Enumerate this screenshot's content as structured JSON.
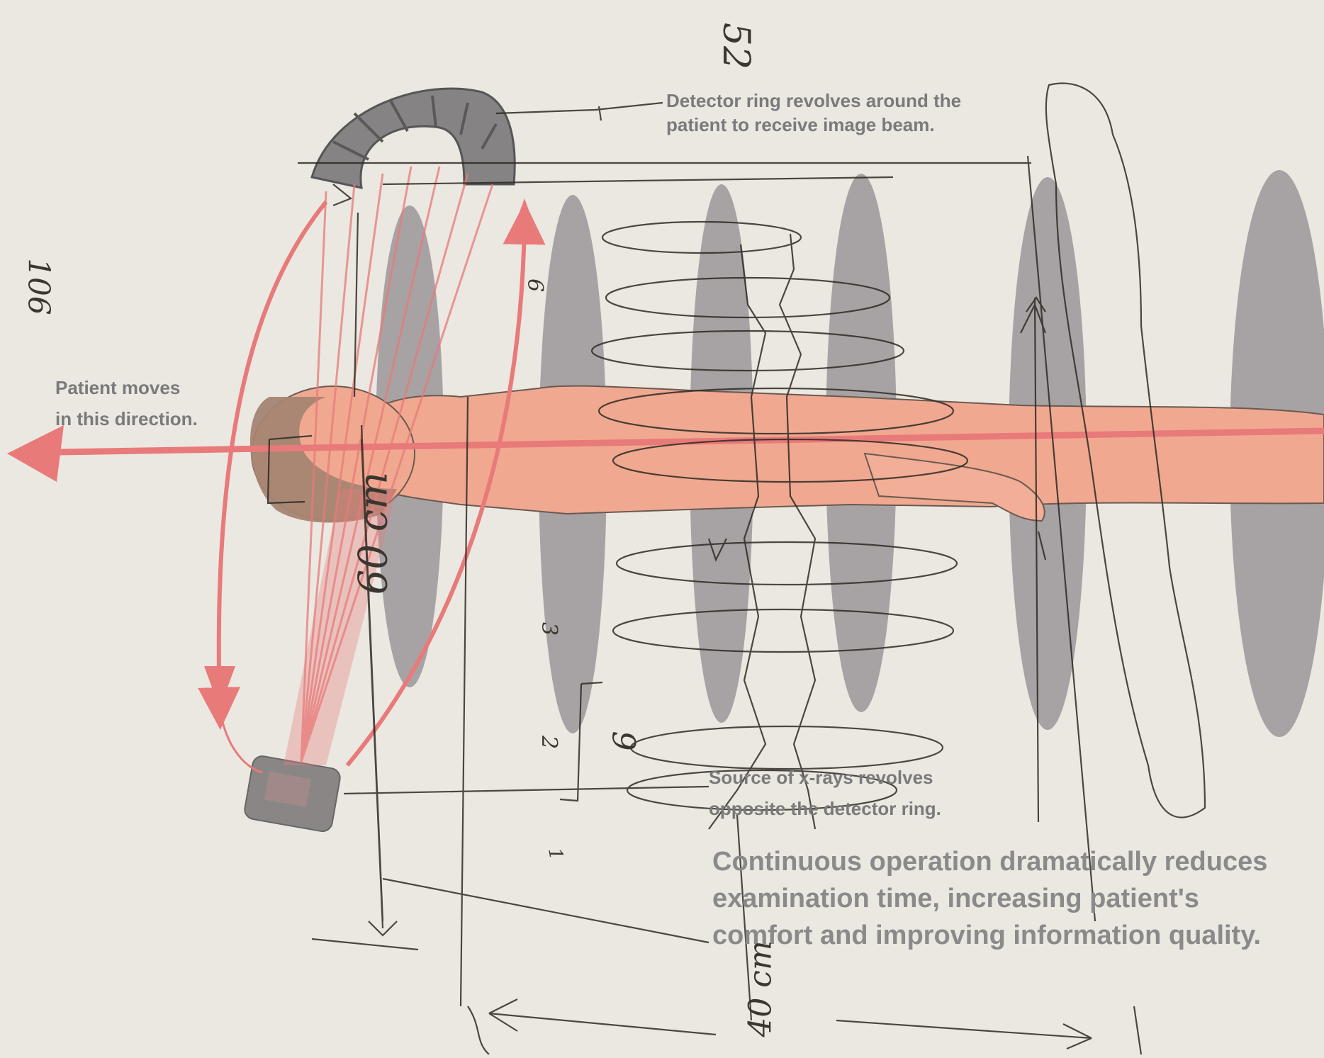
{
  "labels": {
    "detector": [
      "Detector ring revolves around the",
      "patient to receive image beam."
    ],
    "patient": [
      "Patient moves",
      "in this direction."
    ],
    "source": [
      "Source of x-rays revolves",
      "opposite the detector ring."
    ],
    "continuous": [
      "Continuous operation dramatically reduces",
      "examination time, increasing patient's",
      "comfort and improving information quality."
    ]
  },
  "handwriting": {
    "top": "52",
    "left_margin": "106",
    "height_dim": "60 cm",
    "bottom_dim": "40 cm",
    "n6": "6",
    "n3": "3",
    "n2": "2",
    "n9": "9",
    "n1": "1"
  },
  "colors": {
    "paper": "#ebe8e1",
    "accent_red": "#e87a7a",
    "ring_gray": "#8c8a8a",
    "skin": "#f0a990",
    "hair": "#a58572",
    "pencil": "#2e2a24"
  }
}
